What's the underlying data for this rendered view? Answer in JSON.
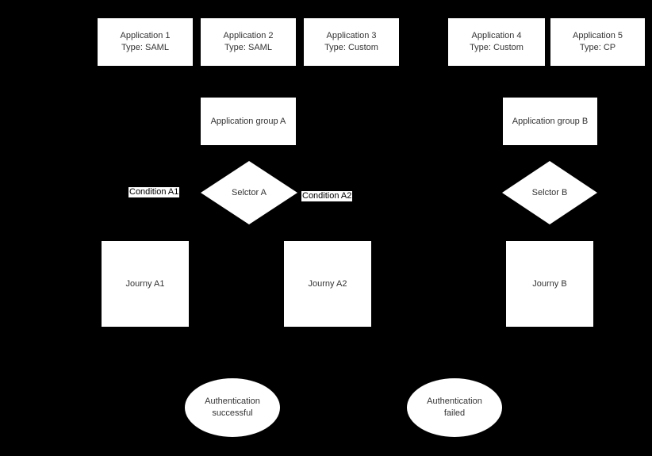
{
  "diagram": {
    "colors": {
      "background": "#000000",
      "node_fill": "#ffffff",
      "node_text": "#333333",
      "label_text": "#000000"
    },
    "applications": [
      {
        "name": "Application 1",
        "type_label": "Type: SAML"
      },
      {
        "name": "Application 2",
        "type_label": "Type: SAML"
      },
      {
        "name": "Application 3",
        "type_label": "Type: Custom"
      },
      {
        "name": "Application 4",
        "type_label": "Type: Custom"
      },
      {
        "name": "Application 5",
        "type_label": "Type: CP"
      }
    ],
    "groups": [
      {
        "label": "Application group A"
      },
      {
        "label": "Application group B"
      }
    ],
    "selectors": [
      {
        "label": "Selctor A"
      },
      {
        "label": "Selctor B"
      }
    ],
    "condition_labels": [
      {
        "label": "Condition A1"
      },
      {
        "label": "Condition A2"
      }
    ],
    "journeys": [
      {
        "label": "Journy A1"
      },
      {
        "label": "Journy A2"
      },
      {
        "label": "Journy B"
      }
    ],
    "outcomes": [
      {
        "line1": "Authentication",
        "line2": "successful"
      },
      {
        "line1": "Authentication",
        "line2": "failed"
      }
    ]
  }
}
